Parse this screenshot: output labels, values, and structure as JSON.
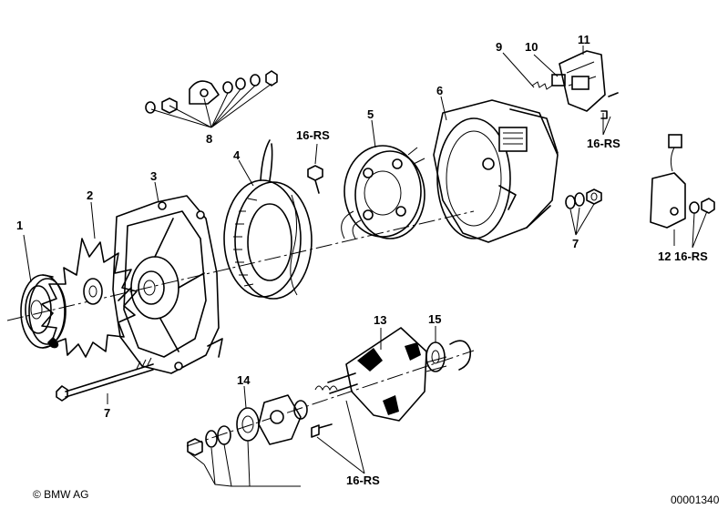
{
  "labels": {
    "p1": "1",
    "p2": "2",
    "p3": "3",
    "p4": "4",
    "p5": "5",
    "p6": "6",
    "p7a": "7",
    "p7b": "7",
    "p8": "8",
    "p9": "9",
    "p10": "10",
    "p11": "11",
    "p12": "12",
    "p13": "13",
    "p14": "14",
    "p15": "15",
    "p16a": "16-RS",
    "p16b": "16-RS",
    "p16c": "16-RS",
    "p16d": "16-RS"
  },
  "footer": {
    "copyright": "© BMW AG",
    "drawing_number": "00001340"
  }
}
